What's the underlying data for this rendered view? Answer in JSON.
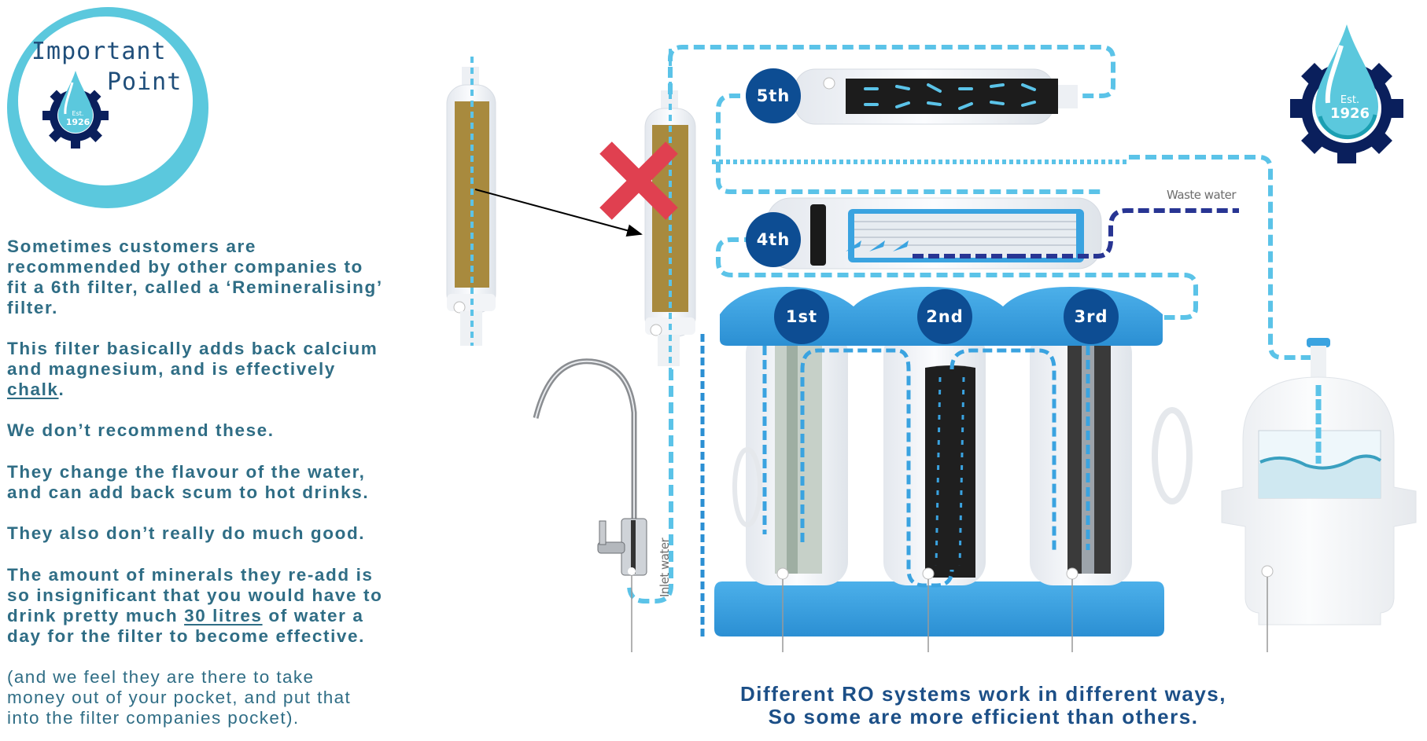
{
  "logo_badge": {
    "title_line1": "Important",
    "title_line2": "Point",
    "drop_text_line1": "Est.",
    "drop_text_line2": "1926"
  },
  "brand_logo": {
    "drop_text_line1": "Est.",
    "drop_text_line2": "1926"
  },
  "body_text": {
    "p1": "Sometimes customers are recommended by other companies to fit a 6th filter, called a ‘Remineralising’ filter.",
    "p1_lines": [
      "Sometimes customers are",
      "recommended by other companies to",
      "fit a 6th filter, called a ‘Remineralising’",
      "filter."
    ],
    "p2_lines": [
      "This filter basically adds back calcium",
      "and magnesium, and is effectively"
    ],
    "p2_underlined": "chalk",
    "p2_end": ".",
    "p3": "We don’t recommend these.",
    "p4_lines": [
      "They change the flavour of the water,",
      "and can add back scum to hot drinks."
    ],
    "p5": "They also don’t really do much good.",
    "p6_line1": "The amount of minerals they re-add is",
    "p6_line2": "so insignificant that you would have to",
    "p6_line3_pre": "drink pretty much ",
    "p6_line3_underlined": "30 litres",
    "p6_line3_post": " of water a",
    "p6_line4": "day for the filter to become effective.",
    "p7_lines": [
      "(and we feel they are there to take",
      "money out of your pocket, and put that",
      "into the filter companies pocket)."
    ]
  },
  "diagram": {
    "stages": [
      "1st",
      "2nd",
      "3rd",
      "4th",
      "5th"
    ],
    "waste_label": "Waste water",
    "inlet_label": "Inlet water",
    "remineralising_filter": "6th filter (remineralising) - crossed out",
    "colors": {
      "flow": "#5bc3e8",
      "waste": "#283593",
      "badge": "#0d4d93",
      "housing": "#3aa3e0",
      "cross": "#e04050",
      "media": "#a88a3e"
    }
  },
  "caption": {
    "line1": "Different RO systems work in different ways,",
    "line2": "So some are more efficient than others."
  }
}
